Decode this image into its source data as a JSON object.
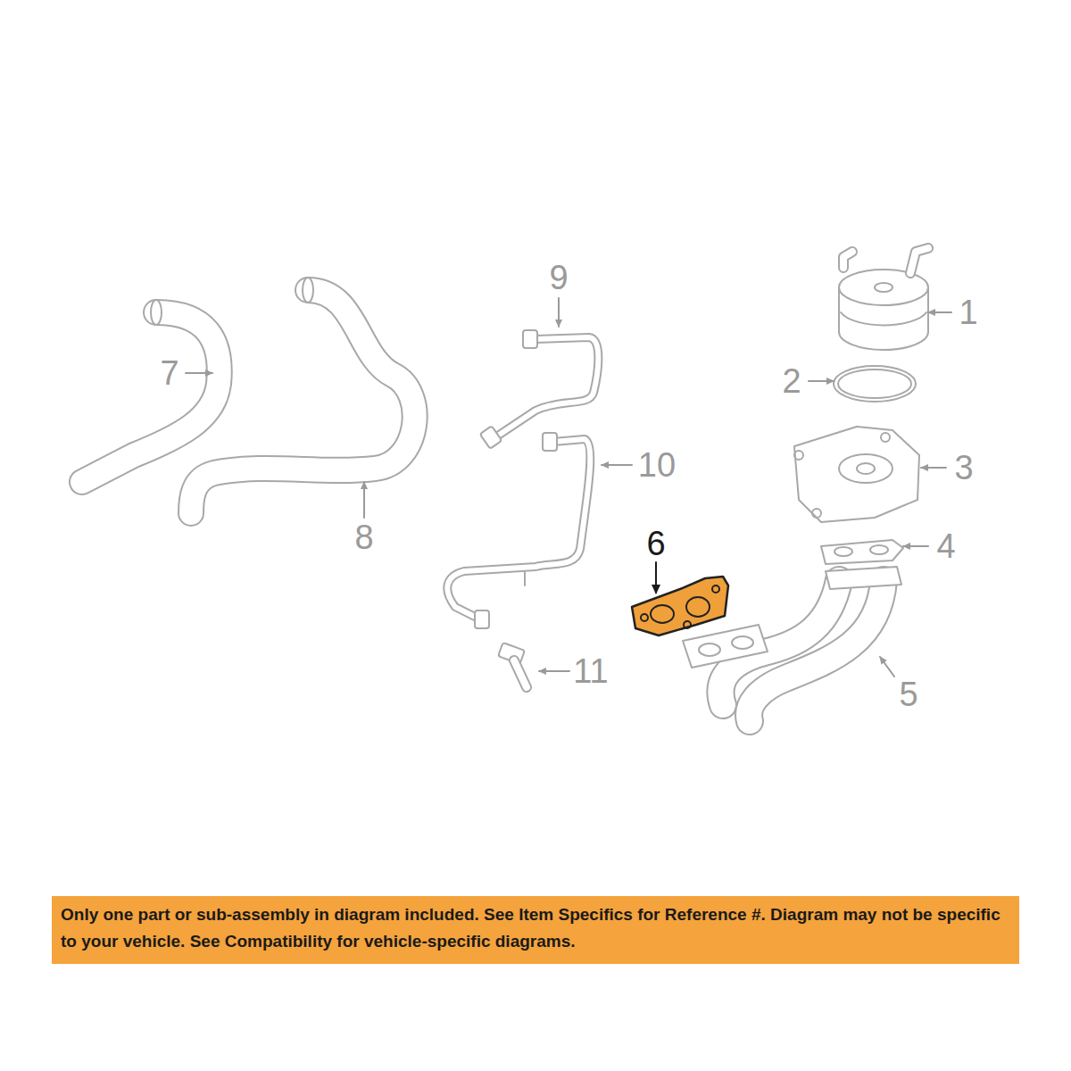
{
  "diagram": {
    "nodes": [
      {
        "text": [
          "Only one part or sub-assembly in diagram included. See Item Specifics for Reference #. Diagram may not be specific to your vehicle. See Compatibility for vehicle-specific diagrams."
        ]
      }
    ],
    "labels": [
      "9",
      "1",
      "7",
      "2",
      "10",
      "3",
      "8",
      "6",
      "4",
      "11",
      "5"
    ]
  }
}
